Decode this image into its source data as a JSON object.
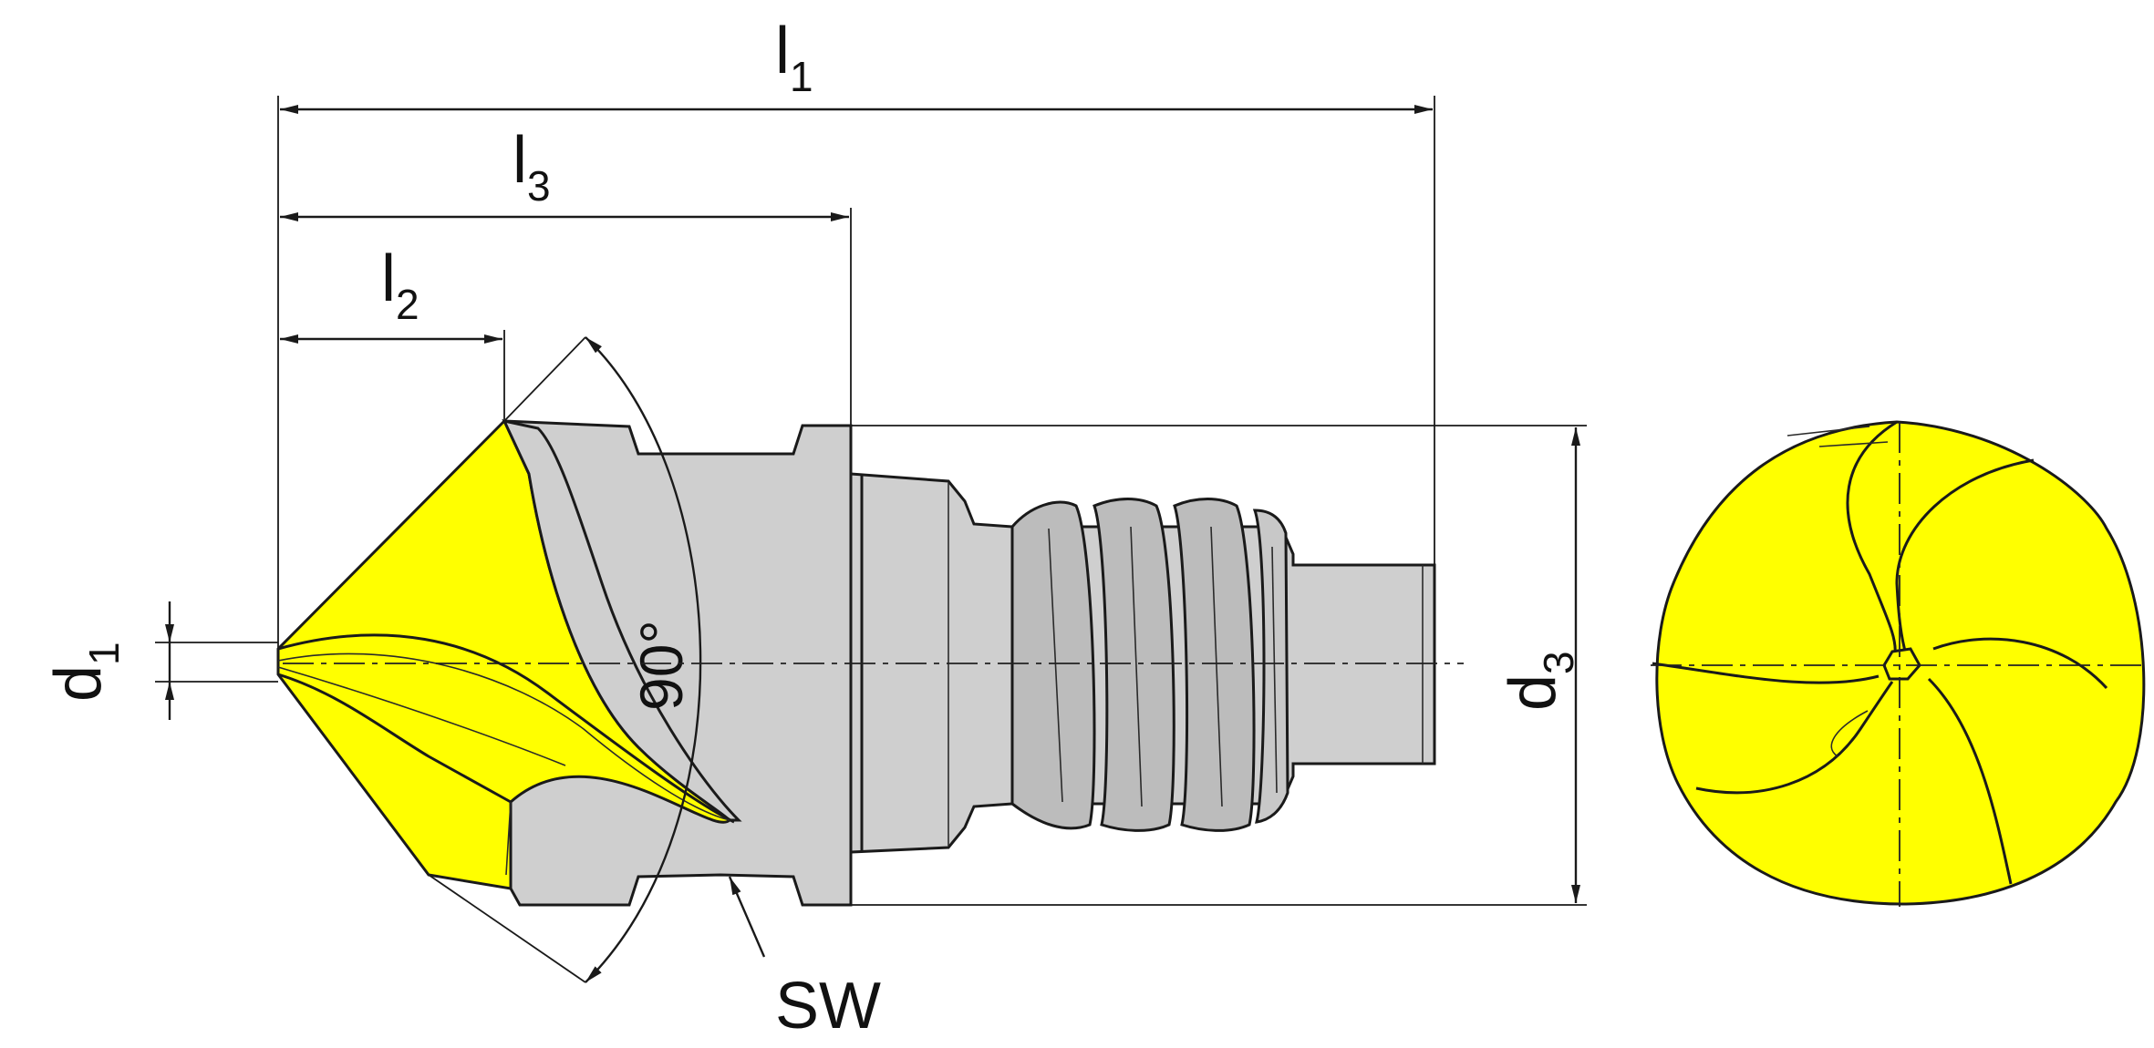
{
  "drawing": {
    "labels": {
      "l1": {
        "main": "l",
        "sub": "1"
      },
      "l3": {
        "main": "l",
        "sub": "3"
      },
      "l2": {
        "main": "l",
        "sub": "2"
      },
      "d1": {
        "main": "d",
        "sub": "1"
      },
      "d3": {
        "main": "d",
        "sub": "3"
      },
      "angle": "90°",
      "sw": "SW"
    },
    "colors": {
      "cutting_edge": "#ffff00",
      "body": "#cfcfcf",
      "outline": "#1a1a1a"
    }
  }
}
